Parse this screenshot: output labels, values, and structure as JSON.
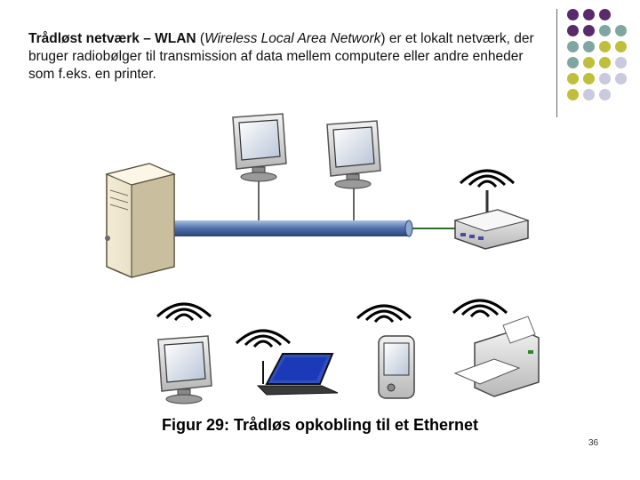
{
  "intro": {
    "term": "Trådløst netværk – WLAN",
    "open_paren": " (",
    "expansion": "Wireless Local Area Network",
    "rest": ") er et lokalt netværk, der bruger radiobølger til transmission af data mellem computere eller andre enheder som f.eks. en printer."
  },
  "caption": "Figur 29: Trådløs opkobling til et Ethernet",
  "page_number": "36",
  "colors": {
    "purple": "#5a2a6a",
    "teal": "#7fa6a3",
    "olive": "#bfbf3a",
    "lavender": "#c9c9e0",
    "cable": "#5a78b0"
  },
  "devices": [
    "server",
    "monitor-1",
    "monitor-2",
    "router",
    "wireless-monitor",
    "wireless-laptop",
    "wireless-pda",
    "wireless-printer"
  ]
}
